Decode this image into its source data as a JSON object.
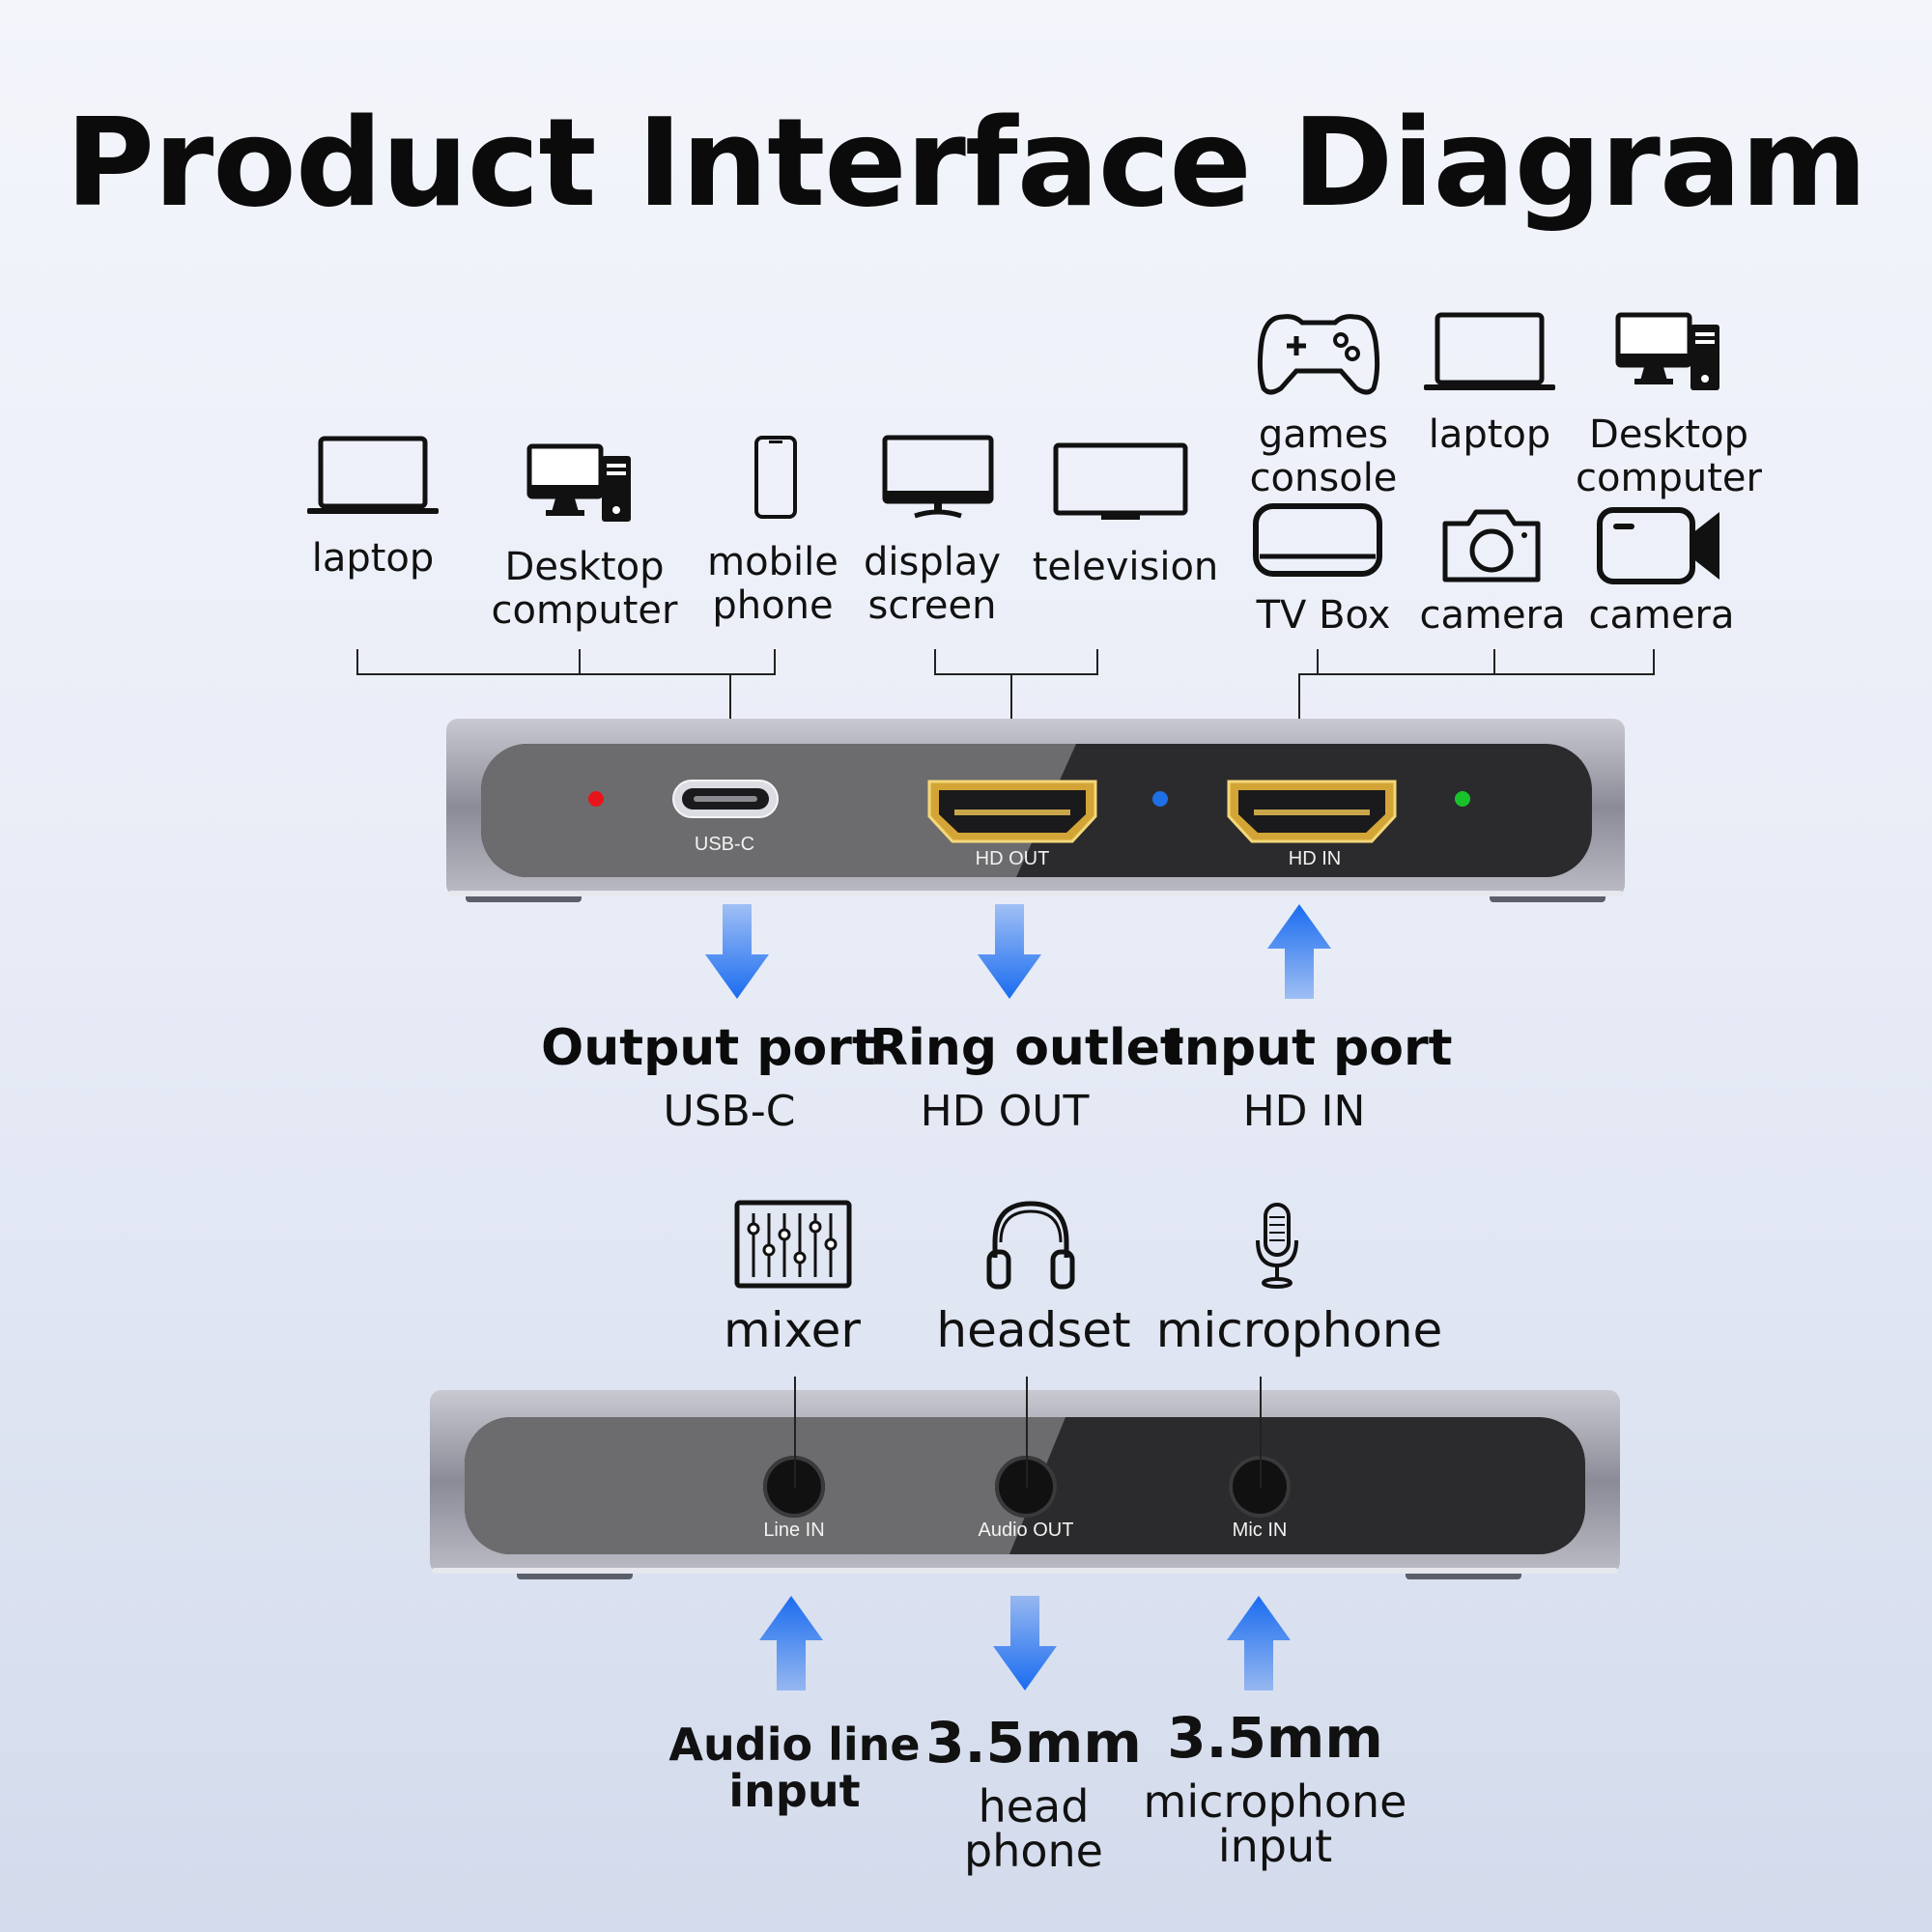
{
  "title": "Product Interface Diagram",
  "devices_usbc": [
    {
      "icon": "laptop-icon",
      "label": "laptop"
    },
    {
      "icon": "desktop-computer-icon",
      "label": "Desktop\ncomputer"
    },
    {
      "icon": "mobile-phone-icon",
      "label": "mobile\nphone"
    }
  ],
  "devices_hdout": [
    {
      "icon": "display-screen-icon",
      "label": "display\nscreen"
    },
    {
      "icon": "television-icon",
      "label": "television"
    }
  ],
  "devices_hdin": [
    {
      "icon": "game-controller-icon",
      "label": "games\nconsole"
    },
    {
      "icon": "laptop-icon",
      "label": "laptop"
    },
    {
      "icon": "desktop-computer-icon",
      "label": "Desktop\ncomputer"
    },
    {
      "icon": "tv-box-icon",
      "label": "TV Box"
    },
    {
      "icon": "camera-icon",
      "label": "camera"
    },
    {
      "icon": "video-camera-icon",
      "label": "camera"
    }
  ],
  "top_device": {
    "port_usbc": "USB-C",
    "port_hdout": "HD OUT",
    "port_hdin": "HD IN",
    "leds": {
      "left": "#e8141b",
      "middle": "#1f6fe6",
      "right": "#19c22c"
    }
  },
  "top_ports": [
    {
      "title": "Output port",
      "sub": "USB-C",
      "direction": "down"
    },
    {
      "title": "Ring outlet",
      "sub": "HD OUT",
      "direction": "down"
    },
    {
      "title": "Input port",
      "sub": "HD IN",
      "direction": "up"
    }
  ],
  "audio_devices": [
    {
      "icon": "mixer-icon",
      "label": "mixer"
    },
    {
      "icon": "headset-icon",
      "label": "headset"
    },
    {
      "icon": "microphone-icon",
      "label": "microphone"
    }
  ],
  "bottom_device": {
    "port_line": "Line IN",
    "port_audio": "Audio OUT",
    "port_mic": "Mic IN"
  },
  "bottom_ports": {
    "line": {
      "title": "Audio line\ninput",
      "direction": "up"
    },
    "headphone": {
      "big": "3.5mm",
      "sub": "head\nphone",
      "direction": "down"
    },
    "mic": {
      "big": "3.5mm",
      "sub": "microphone\ninput",
      "direction": "up"
    }
  },
  "colors": {
    "arrow": "#1a6cf0",
    "device_body": "#8e8e99",
    "device_face": "#2a2a2c"
  }
}
